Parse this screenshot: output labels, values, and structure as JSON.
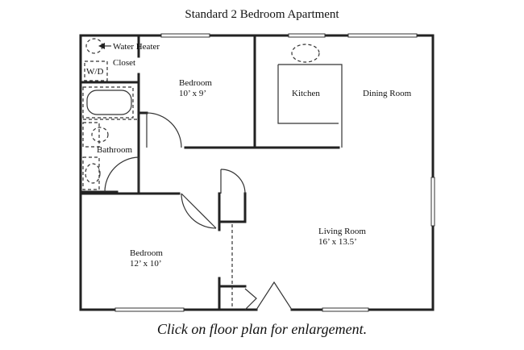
{
  "title": "Standard 2 Bedroom Apartment",
  "caption": "Click on floor plan for enlargement.",
  "rooms": {
    "water_heater": "Water Heater",
    "closet": "Closet",
    "wd": "W/D",
    "bedroom1_name": "Bedroom",
    "bedroom1_size": "10’ x 9’",
    "kitchen": "Kitchen",
    "dining": "Dining Room",
    "bathroom": "Bathroom",
    "living_name": "Living Room",
    "living_size": "16’ x 13.5’",
    "bedroom2_name": "Bedroom",
    "bedroom2_size": "12’ x 10’"
  }
}
